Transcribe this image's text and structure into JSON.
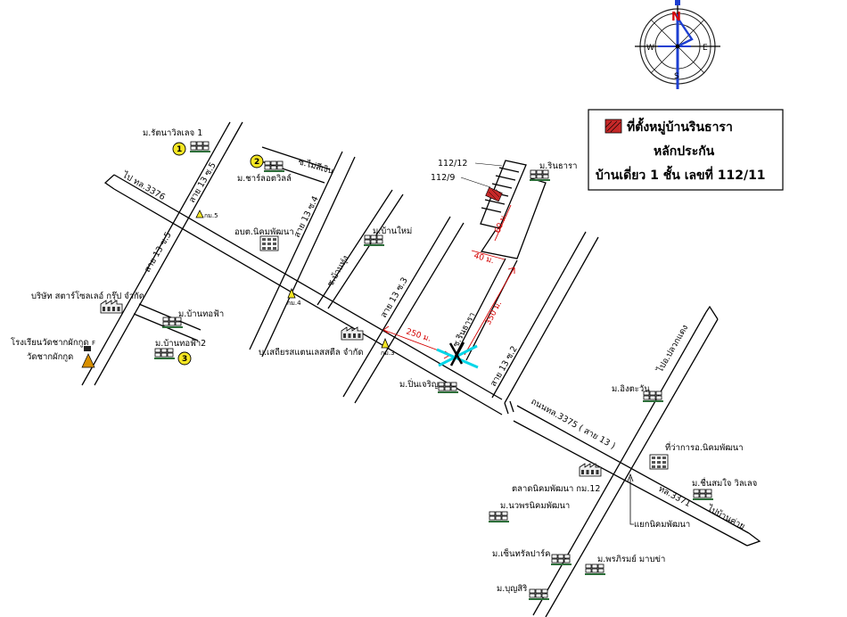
{
  "compass": {
    "n": "N",
    "s": "S",
    "e": "E",
    "w": "W"
  },
  "legend": {
    "title": "ที่ตั้งหมู่บ้านรินธารา",
    "line1": "หลักประกัน",
    "line2": "บ้านเดี่ยว 1 ชั้น เลขที่ 112/11"
  },
  "colors": {
    "target": "#c62828",
    "measure": "#d40000",
    "marker": "#f5e623",
    "crossing": "#00d6e8"
  },
  "subject": {
    "unit_a": "112/12",
    "unit_b": "112/9",
    "village": "ม.รินธารา",
    "lane": "ซ.รินธารา"
  },
  "measurements": {
    "m250": "250 ม.",
    "m350": "350 ม.",
    "m60": "60 ม.",
    "m40": "40 ม."
  },
  "roads": {
    "hwy3376": "ไป ทล.3376",
    "hwy3375": "ถนนทล.3375 ( สาย 13 )",
    "hwy3371": "ทล.3371",
    "to_pluak_daeng": "ไปอ.ปลวกแดง",
    "to_ban_khai": "ไปบ้านค่าย",
    "soi13_5_top": "สาย 13 ซ.5",
    "soi13_5_left": "สาย 13 ซ.5",
    "soi13_4": "สาย 13 ซ.4",
    "soi13_3": "สาย 13 ซ.3",
    "soi13_2": "สาย 13 ซ.2",
    "soi_mai_si_ngern": "ซ.ไม่สีเงิน",
    "soi_ban_thap": "ซ.บ้านทุ่ง"
  },
  "km_markers": {
    "km5": "กม.5",
    "km4": "กม.4",
    "km3": "กม.3"
  },
  "places": {
    "rattana": "ม.รัตนาวิลเลจ 1",
    "charlotte": "ม.ชาร์ลอตวิลล์",
    "obt": "อบต.นิคมพัฒนา",
    "ban_mai": "ม.บ้านใหม่",
    "star_solar": "บริษัท สตาร์โซลเลอ์ กรุ๊ป จำกัด",
    "school": "โรงเรียนวัดชากผักกูด",
    "temple": "วัดชากผักกูด",
    "ban_thoh_fa": "ม.บ้านทอฟ้า",
    "ban_thoh_fa2": "ม.บ้านทอฟ้า2",
    "stainless": "บ.เสถียรสแตนเลสสตีล จำกัด",
    "pin_charoen": "ม.ปิ่นเจริญ",
    "ing_tawan": "ม.อิงตะวัน",
    "district_office": "ที่ว่าการอ.นิคมพัฒนา",
    "chuen_som_jai": "ม.ชื่นสมใจ วิลเลจ",
    "market": "ตลาดนิคมพัฒนา กม.12",
    "nawaporn": "ม.นวพรนิคมพัฒนา",
    "central_park": "ม.เซ็นทรัลปาร์ค",
    "pornpirom": "ม.พรภิรมย์ มาบข่า",
    "bunsiri": "ม.บุญสิริ",
    "junction": "แยกนิคมพัฒนา"
  },
  "markers": {
    "one": "1",
    "two": "2",
    "three": "3"
  },
  "other": {
    "fire_label": "F"
  }
}
